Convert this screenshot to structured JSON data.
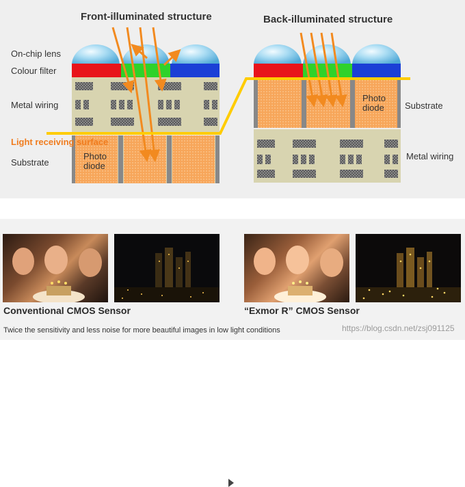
{
  "diagram": {
    "front_title": "Front-illuminated structure",
    "back_title": "Back-illuminated structure",
    "labels": {
      "on_chip_lens": "On-chip lens",
      "colour_filter": "Colour filter",
      "metal_wiring_left": "Metal wiring",
      "light_receiving_surface": "Light receiving surface",
      "substrate_left": "Substrate",
      "photo_diode_left": "Photo\ndiode",
      "photo_diode_right": "Photo\ndiode",
      "substrate_right": "Substrate",
      "metal_wiring_right": "Metal wiring"
    },
    "colors": {
      "red_filter": "#e8141a",
      "green_filter": "#2fd22a",
      "blue_filter": "#1b3fd6",
      "light_arrows": "#f28a1f",
      "light_receiving_line": "#ffcc00",
      "photodiode": "#f7a65a",
      "wiring_body": "#d8d4b0",
      "wiring_block": "#666666"
    }
  },
  "comparison": {
    "conventional_caption": "Conventional CMOS Sensor",
    "exmor_caption": "“Exmor R” CMOS Sensor",
    "footnote": "Twice the sensitivity and less noise for more beautiful images in low light conditions",
    "watermark": "https://blog.csdn.net/zsj091125"
  }
}
